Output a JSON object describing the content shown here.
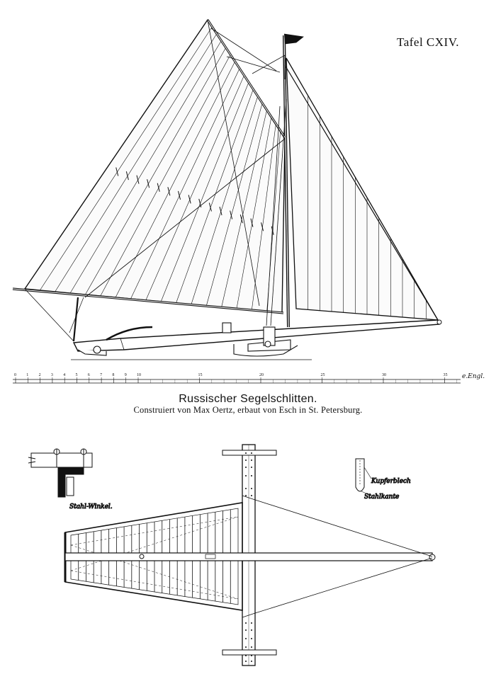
{
  "plate_number": "Tafel CXIV.",
  "title": "Russischer Segelschlitten.",
  "subtitle": "Construiert von Max Oertz, erbaut von Esch in St. Petersburg.",
  "scale": {
    "ticks": [
      "0",
      "1",
      "2",
      "3",
      "4",
      "5",
      "6",
      "7",
      "8",
      "9",
      "10",
      "15",
      "20",
      "25",
      "30",
      "35"
    ],
    "unit_label": "e.Engl."
  },
  "detail_left": {
    "label": "Stahl-Winkel."
  },
  "detail_right": {
    "label_top": "Kupferblech",
    "label_bottom": "Stahlkante"
  }
}
